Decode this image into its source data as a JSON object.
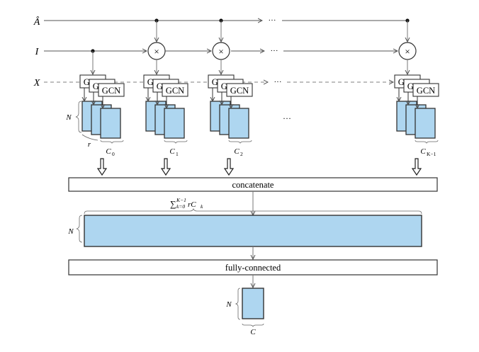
{
  "inputs": [
    {
      "id": "a_hat",
      "label": "Â"
    },
    {
      "id": "identity",
      "label": "I"
    },
    {
      "id": "features",
      "label": "X"
    }
  ],
  "ellipsis": "···",
  "multiply_symbol": "×",
  "gcn_label": "GCN",
  "branches": [
    {
      "id": "b0",
      "channel_label": "C",
      "channel_sub": "0"
    },
    {
      "id": "b1",
      "channel_label": "C",
      "channel_sub": "1"
    },
    {
      "id": "b2",
      "channel_label": "C",
      "channel_sub": "2"
    },
    {
      "id": "bk",
      "channel_label": "C",
      "channel_sub": "K−1"
    }
  ],
  "dim_labels": {
    "nodes": "N",
    "repeats": "r"
  },
  "concat": {
    "label": "concatenate"
  },
  "concat_output": {
    "sum_sym": "∑",
    "sup": "K−1",
    "sub": "k=0",
    "term": "rC",
    "term_sub": "k"
  },
  "fc": {
    "label": "fully-connected"
  },
  "output": {
    "rows_label": "N",
    "cols_label": "C"
  },
  "colors": {
    "line": "#333333",
    "arrow": "#777777",
    "fill": "#aed6f0",
    "dash": "#999999"
  }
}
